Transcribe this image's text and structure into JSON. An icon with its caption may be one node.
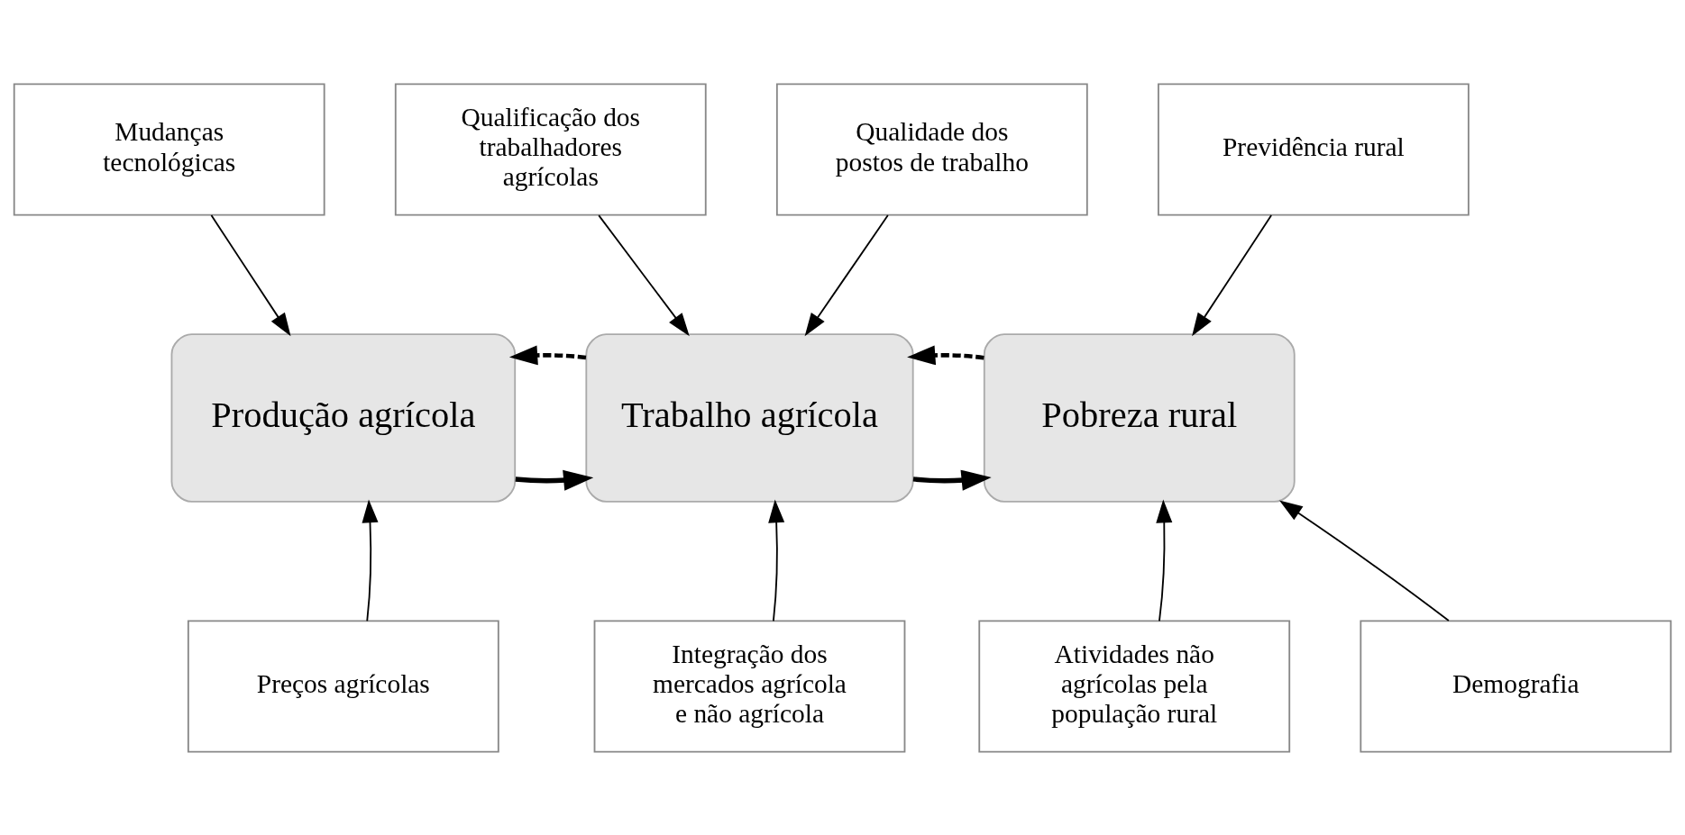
{
  "diagram": {
    "nodes": [
      {
        "text": [
          "Mudanças tecnológicas"
        ]
      },
      {
        "text": [
          "Qualificação dos trabalhadores agrícolas"
        ]
      },
      {
        "text": [
          "Qualidade dos postos de trabalho"
        ]
      },
      {
        "text": [
          "Previdência rural"
        ]
      },
      {
        "text": [
          "Produção agrícola"
        ]
      },
      {
        "text": [
          "Trabalho agrícola"
        ]
      },
      {
        "text": [
          "Pobreza rural"
        ]
      },
      {
        "text": [
          "Preços agrícolas"
        ]
      },
      {
        "text": [
          "Integração dos mercados agrícola e não agrícola"
        ]
      },
      {
        "text": [
          "Atividades não agrícolas pela população rural"
        ]
      },
      {
        "text": [
          "Demografia"
        ]
      }
    ],
    "edges": [
      {
        "from": 0,
        "to": 4,
        "arrow": "to"
      },
      {
        "from": 1,
        "to": 5,
        "arrow": "to"
      },
      {
        "from": 2,
        "to": 5,
        "arrow": "to"
      },
      {
        "from": 3,
        "to": 6,
        "arrow": "to"
      },
      {
        "from": 4,
        "to": 5,
        "arrow": "to",
        "style": "thick"
      },
      {
        "from": 5,
        "to": 4,
        "arrow": "to",
        "style": "dashed"
      },
      {
        "from": 5,
        "to": 6,
        "arrow": "to",
        "style": "thick"
      },
      {
        "from": 6,
        "to": 5,
        "arrow": "to",
        "style": "dashed"
      },
      {
        "from": 7,
        "to": 4,
        "arrow": "to"
      },
      {
        "from": 8,
        "to": 5,
        "arrow": "to"
      },
      {
        "from": 9,
        "to": 6,
        "arrow": "to"
      },
      {
        "from": 10,
        "to": 6,
        "arrow": "to"
      }
    ]
  }
}
